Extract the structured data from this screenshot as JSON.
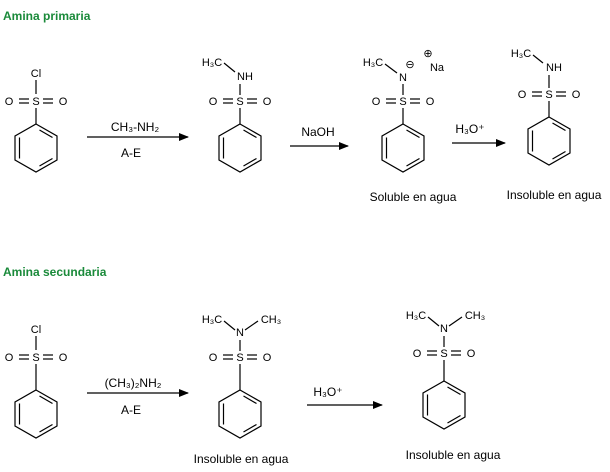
{
  "sections": {
    "primary": {
      "title": "Amina primaria",
      "step1": {
        "reagent": "CH₃-NH₂",
        "condition": "A-E"
      },
      "step2": {
        "reagent": "NaOH"
      },
      "step3": {
        "reagent": "H₃O⁺"
      },
      "solubility": [
        "Soluble en agua",
        "Insoluble en agua"
      ]
    },
    "secondary": {
      "title": "Amina secundaria",
      "step1": {
        "reagent": "(CH₃)₂NH₂",
        "condition": "A-E"
      },
      "step2": {
        "reagent": "H₃O⁺"
      },
      "solubility": [
        "Insoluble en agua",
        "Insoluble en agua"
      ]
    }
  },
  "atoms": {
    "cl": "Cl",
    "s": "S",
    "o": "O",
    "n": "N",
    "nh": "NH",
    "h3c": "H₃C",
    "ch3": "CH₃",
    "na": "Na",
    "minus": "⊖",
    "plus": "⊕"
  }
}
